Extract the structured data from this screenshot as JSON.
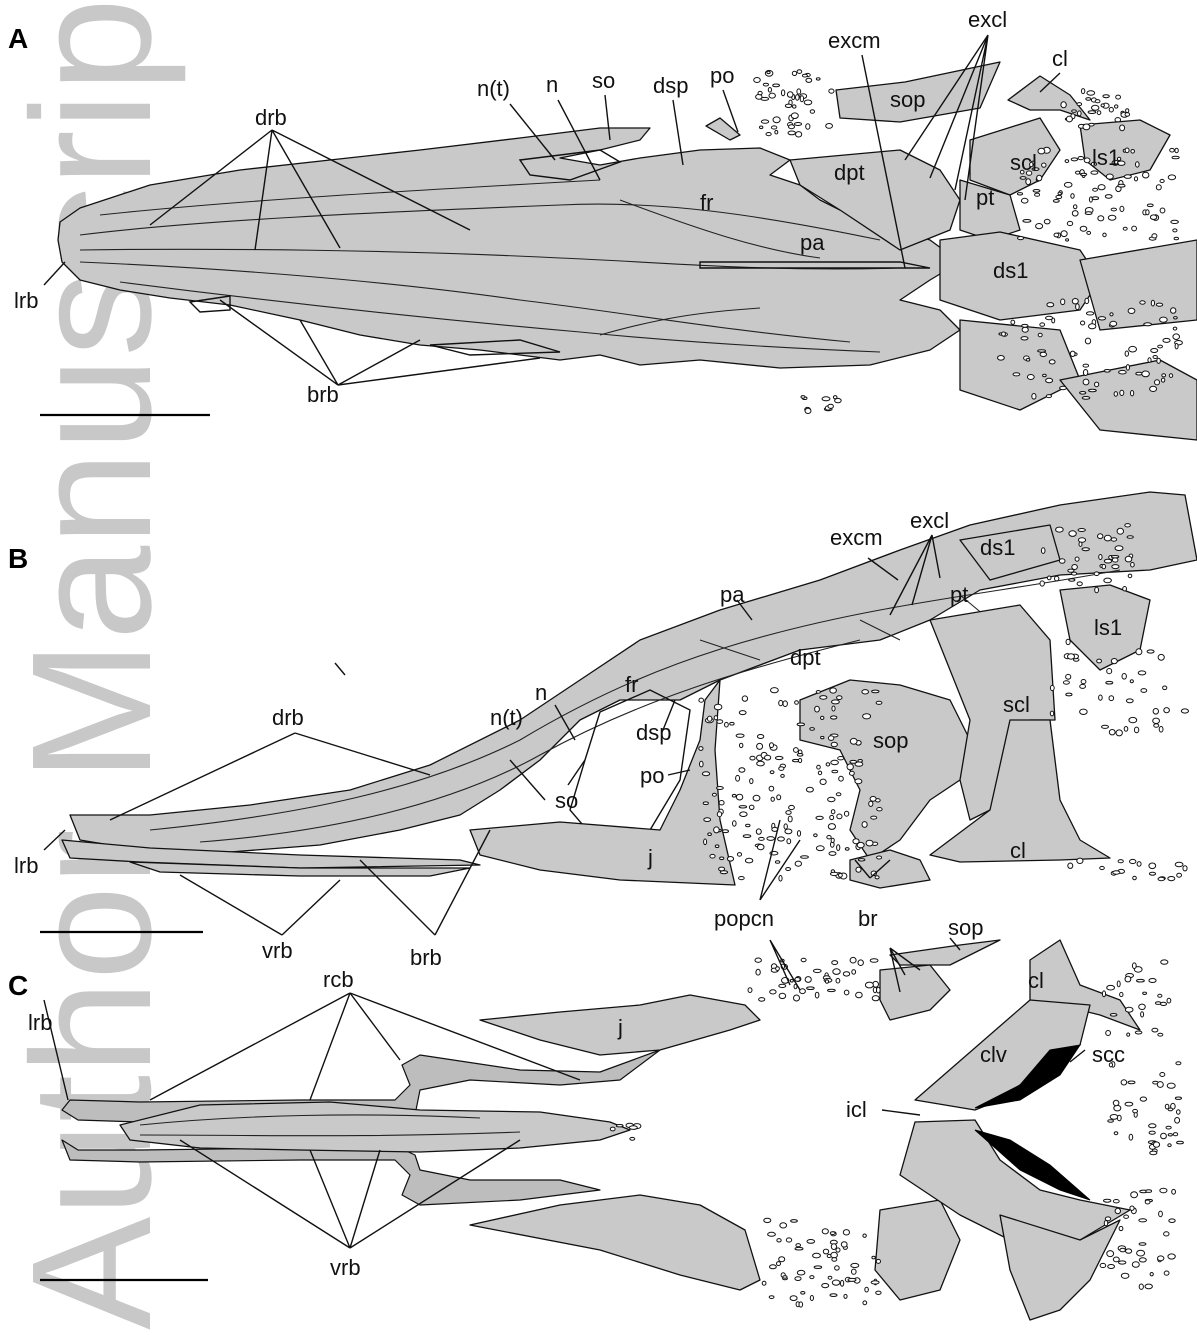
{
  "watermark": "Author Manuscript",
  "panels": [
    {
      "id": "A",
      "letter": "A",
      "labels": [
        "drb",
        "n(t)",
        "n",
        "so",
        "dsp",
        "po",
        "excm",
        "excl",
        "cl",
        "sop",
        "scl",
        "ls1",
        "dpt",
        "fr",
        "pa",
        "pt",
        "ds1",
        "lrb",
        "brb"
      ]
    },
    {
      "id": "B",
      "letter": "B",
      "labels": [
        "excm",
        "excl",
        "ds1",
        "pa",
        "pt",
        "ls1",
        "dpt",
        "fr",
        "n",
        "n(t)",
        "dsp",
        "scl",
        "sop",
        "drb",
        "so",
        "po",
        "cl",
        "j",
        "lrb",
        "popcn",
        "br",
        "vrb",
        "brb"
      ]
    },
    {
      "id": "C",
      "letter": "C",
      "labels": [
        "rcb",
        "sop",
        "cl",
        "lrb",
        "j",
        "clv",
        "scc",
        "icl",
        "vrb"
      ]
    }
  ],
  "colors": {
    "bone": "#c9c9c9",
    "outline": "#111111",
    "scale_bar": "#000000",
    "watermark": "#c8c8c8",
    "canal": "#000000"
  }
}
